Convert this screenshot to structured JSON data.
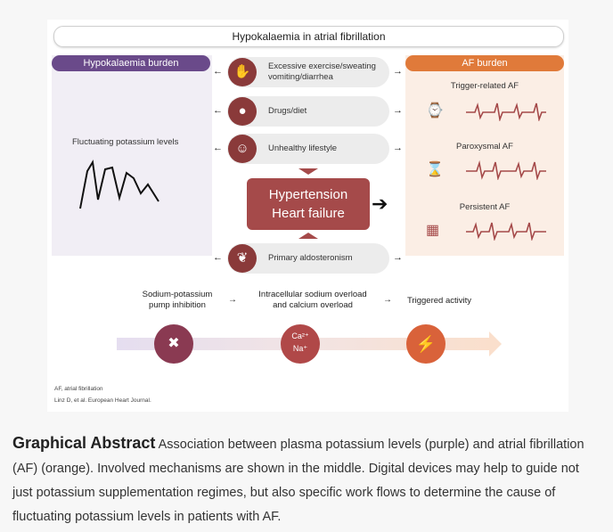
{
  "figure": {
    "title": "Hypokalaemia in atrial fibrillation",
    "left_panel": {
      "header": "Hypokalaemia burden",
      "label": "Fluctuating potassium levels"
    },
    "right_panel": {
      "header": "AF burden",
      "items": [
        {
          "label": "Trigger-related AF",
          "icon": "watch-icon"
        },
        {
          "label": "Paroxysmal AF",
          "icon": "hourglass-icon"
        },
        {
          "label": "Persistent AF",
          "icon": "calendar-icon"
        }
      ]
    },
    "causes": [
      {
        "text": "Excessive exercise/sweating vomiting/diarrhea",
        "icon": "exercise-icon"
      },
      {
        "text": "Drugs/diet",
        "icon": "pill-icon"
      },
      {
        "text": "Unhealthy lifestyle",
        "icon": "person-icon"
      },
      {
        "text": "Primary aldosteronism",
        "icon": "kidney-icon"
      }
    ],
    "main_box": {
      "line1": "Hypertension",
      "line2": "Heart failure"
    },
    "mechanisms": [
      {
        "line1": "Sodium-potassium",
        "line2": "pump inhibition"
      },
      {
        "line1": "Intracellular sodium overload",
        "line2": "and calcium overload"
      },
      {
        "line1": "Triggered activity",
        "line2": ""
      }
    ],
    "ion_labels": {
      "ca": "Ca²⁺",
      "na": "Na⁺"
    },
    "footnote_abbrev": "AF, atrial fibrillation",
    "footnote_cite": "Linz D, et al. European Heart Journal."
  },
  "caption": {
    "title": "Graphical Abstract",
    "text": "Association between plasma potassium levels (purple) and atrial fibrillation (AF) (orange). Involved mechanisms are shown in the middle. Digital devices may help to guide not just potassium supplementation regimes, but also specific work flows to determine the cause of fluctuating potassium levels in patients with AF."
  },
  "colors": {
    "purple": "#6a4a8a",
    "orange": "#e07a3a",
    "dark_red": "#a54a4a"
  }
}
